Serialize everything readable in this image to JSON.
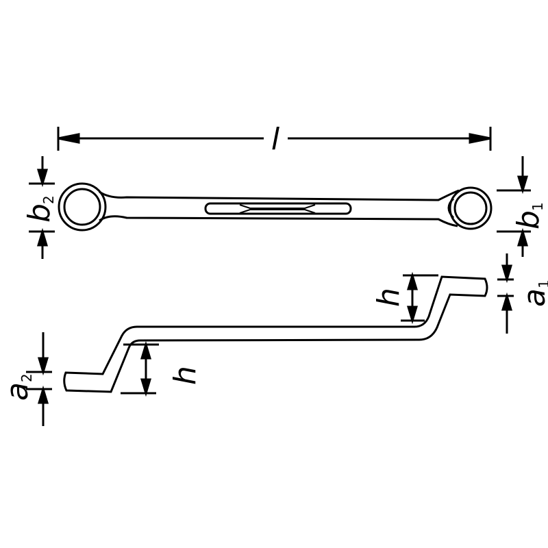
{
  "diagram": {
    "labels": {
      "length": "l",
      "b1": "b",
      "b1_sub": "1",
      "b2": "b",
      "b2_sub": "2",
      "a1": "a",
      "a1_sub": "1",
      "a2": "a",
      "a2_sub": "2",
      "h_right": "h",
      "h_left": "h"
    },
    "colors": {
      "line": "#000000",
      "background": "#ffffff"
    }
  }
}
